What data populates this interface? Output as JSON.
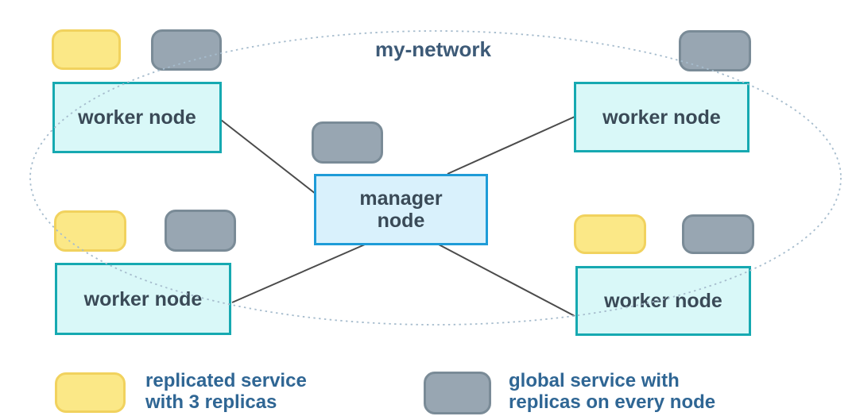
{
  "diagram": {
    "network_label": "my-network",
    "manager_node": {
      "line1": "manager",
      "line2": "node"
    },
    "worker_nodes": [
      {
        "label": "worker node",
        "position": "top-left"
      },
      {
        "label": "worker node",
        "position": "top-right"
      },
      {
        "label": "worker node",
        "position": "bottom-left"
      },
      {
        "label": "worker node",
        "position": "bottom-right"
      }
    ],
    "service_chips": [
      {
        "type": "replicated",
        "at": "worker-top-left"
      },
      {
        "type": "global",
        "at": "worker-top-left"
      },
      {
        "type": "global",
        "at": "worker-top-right"
      },
      {
        "type": "global",
        "at": "manager-node"
      },
      {
        "type": "replicated",
        "at": "worker-bottom-left"
      },
      {
        "type": "global",
        "at": "worker-bottom-left"
      },
      {
        "type": "replicated",
        "at": "worker-bottom-right"
      },
      {
        "type": "global",
        "at": "worker-bottom-right"
      }
    ],
    "links": [
      "manager-to-worker-top-left",
      "manager-to-worker-top-right",
      "manager-to-worker-bottom-left",
      "manager-to-worker-bottom-right"
    ]
  },
  "legend": [
    {
      "swatch": "replicated",
      "line1": "replicated service",
      "line2": "with 3 replicas"
    },
    {
      "swatch": "global",
      "line1": "global service with",
      "line2": "replicas on every node"
    }
  ],
  "palette": {
    "worker-fill": "#d9f8f8",
    "worker-border": "#16a9b1",
    "manager-fill": "#d9f1fc",
    "manager-border": "#1e9cd8",
    "replicated-fill": "#fbe887",
    "replicated-border": "#f1d25e",
    "global-fill": "#98a6b2",
    "global-border": "#7a8b97",
    "link": "#4b4b4b",
    "network-ellipse": "#a6bccd",
    "node-text": "#3a4a57",
    "label-text": "#2f6694",
    "network-text": "#3d5a77"
  }
}
